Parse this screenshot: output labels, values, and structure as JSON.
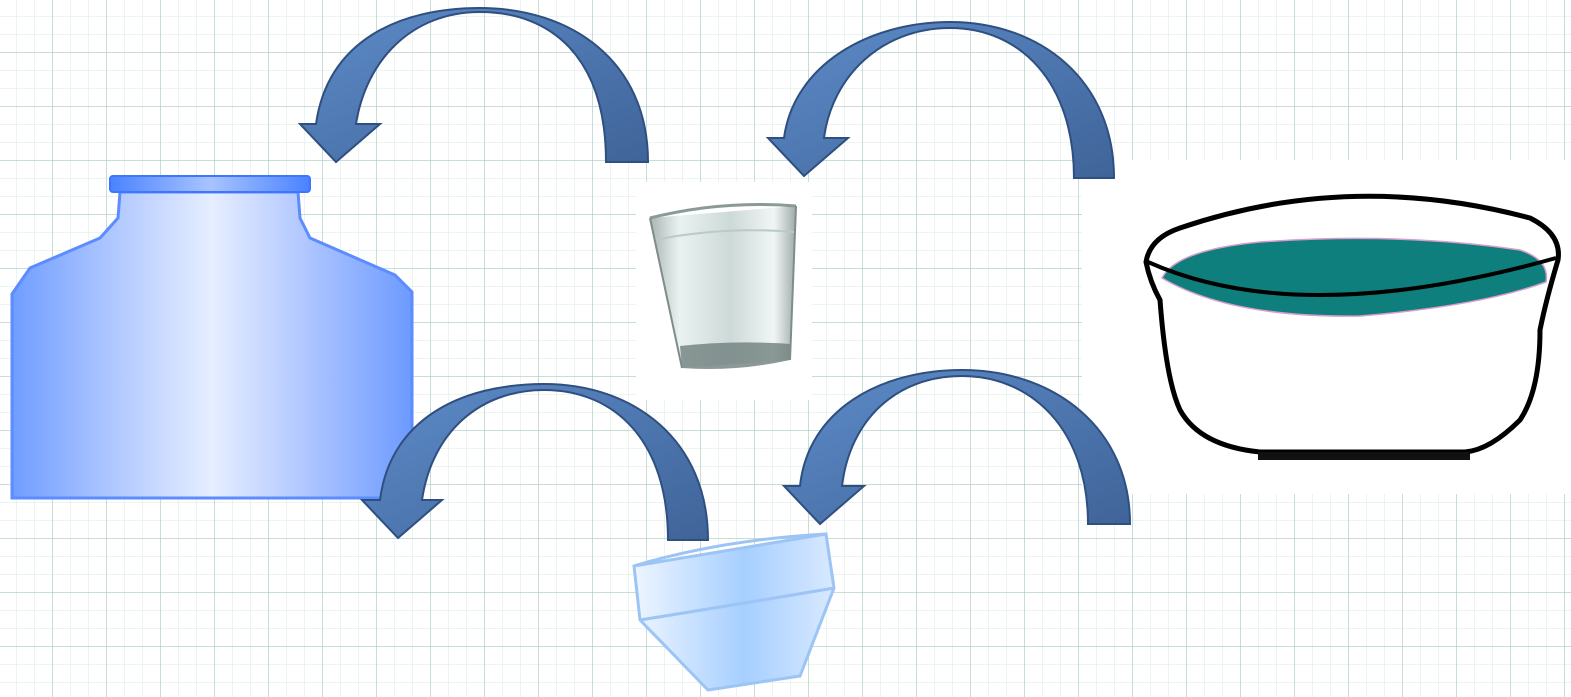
{
  "diagram": {
    "items": [
      {
        "id": "water-tank",
        "icon": "water-tank-icon",
        "color": "#7aa5ff"
      },
      {
        "id": "glass",
        "icon": "water-glass-icon",
        "color": "#c9d8d6"
      },
      {
        "id": "bowl",
        "icon": "water-bowl-icon",
        "water_color": "#0e7f7c"
      },
      {
        "id": "small-cup",
        "icon": "small-cup-icon",
        "color": "#a9d0ff"
      }
    ],
    "arrows": [
      {
        "from": "glass",
        "to": "water-tank",
        "icon": "curved-arrow-icon"
      },
      {
        "from": "bowl",
        "to": "glass",
        "icon": "curved-arrow-icon"
      },
      {
        "from": "small-cup",
        "to": "water-tank",
        "icon": "curved-arrow-icon"
      },
      {
        "from": "bowl",
        "to": "small-cup",
        "icon": "curved-arrow-icon"
      }
    ],
    "arrow_color": "#4a72aa",
    "arrow_edge_color": "#2f4f80"
  }
}
